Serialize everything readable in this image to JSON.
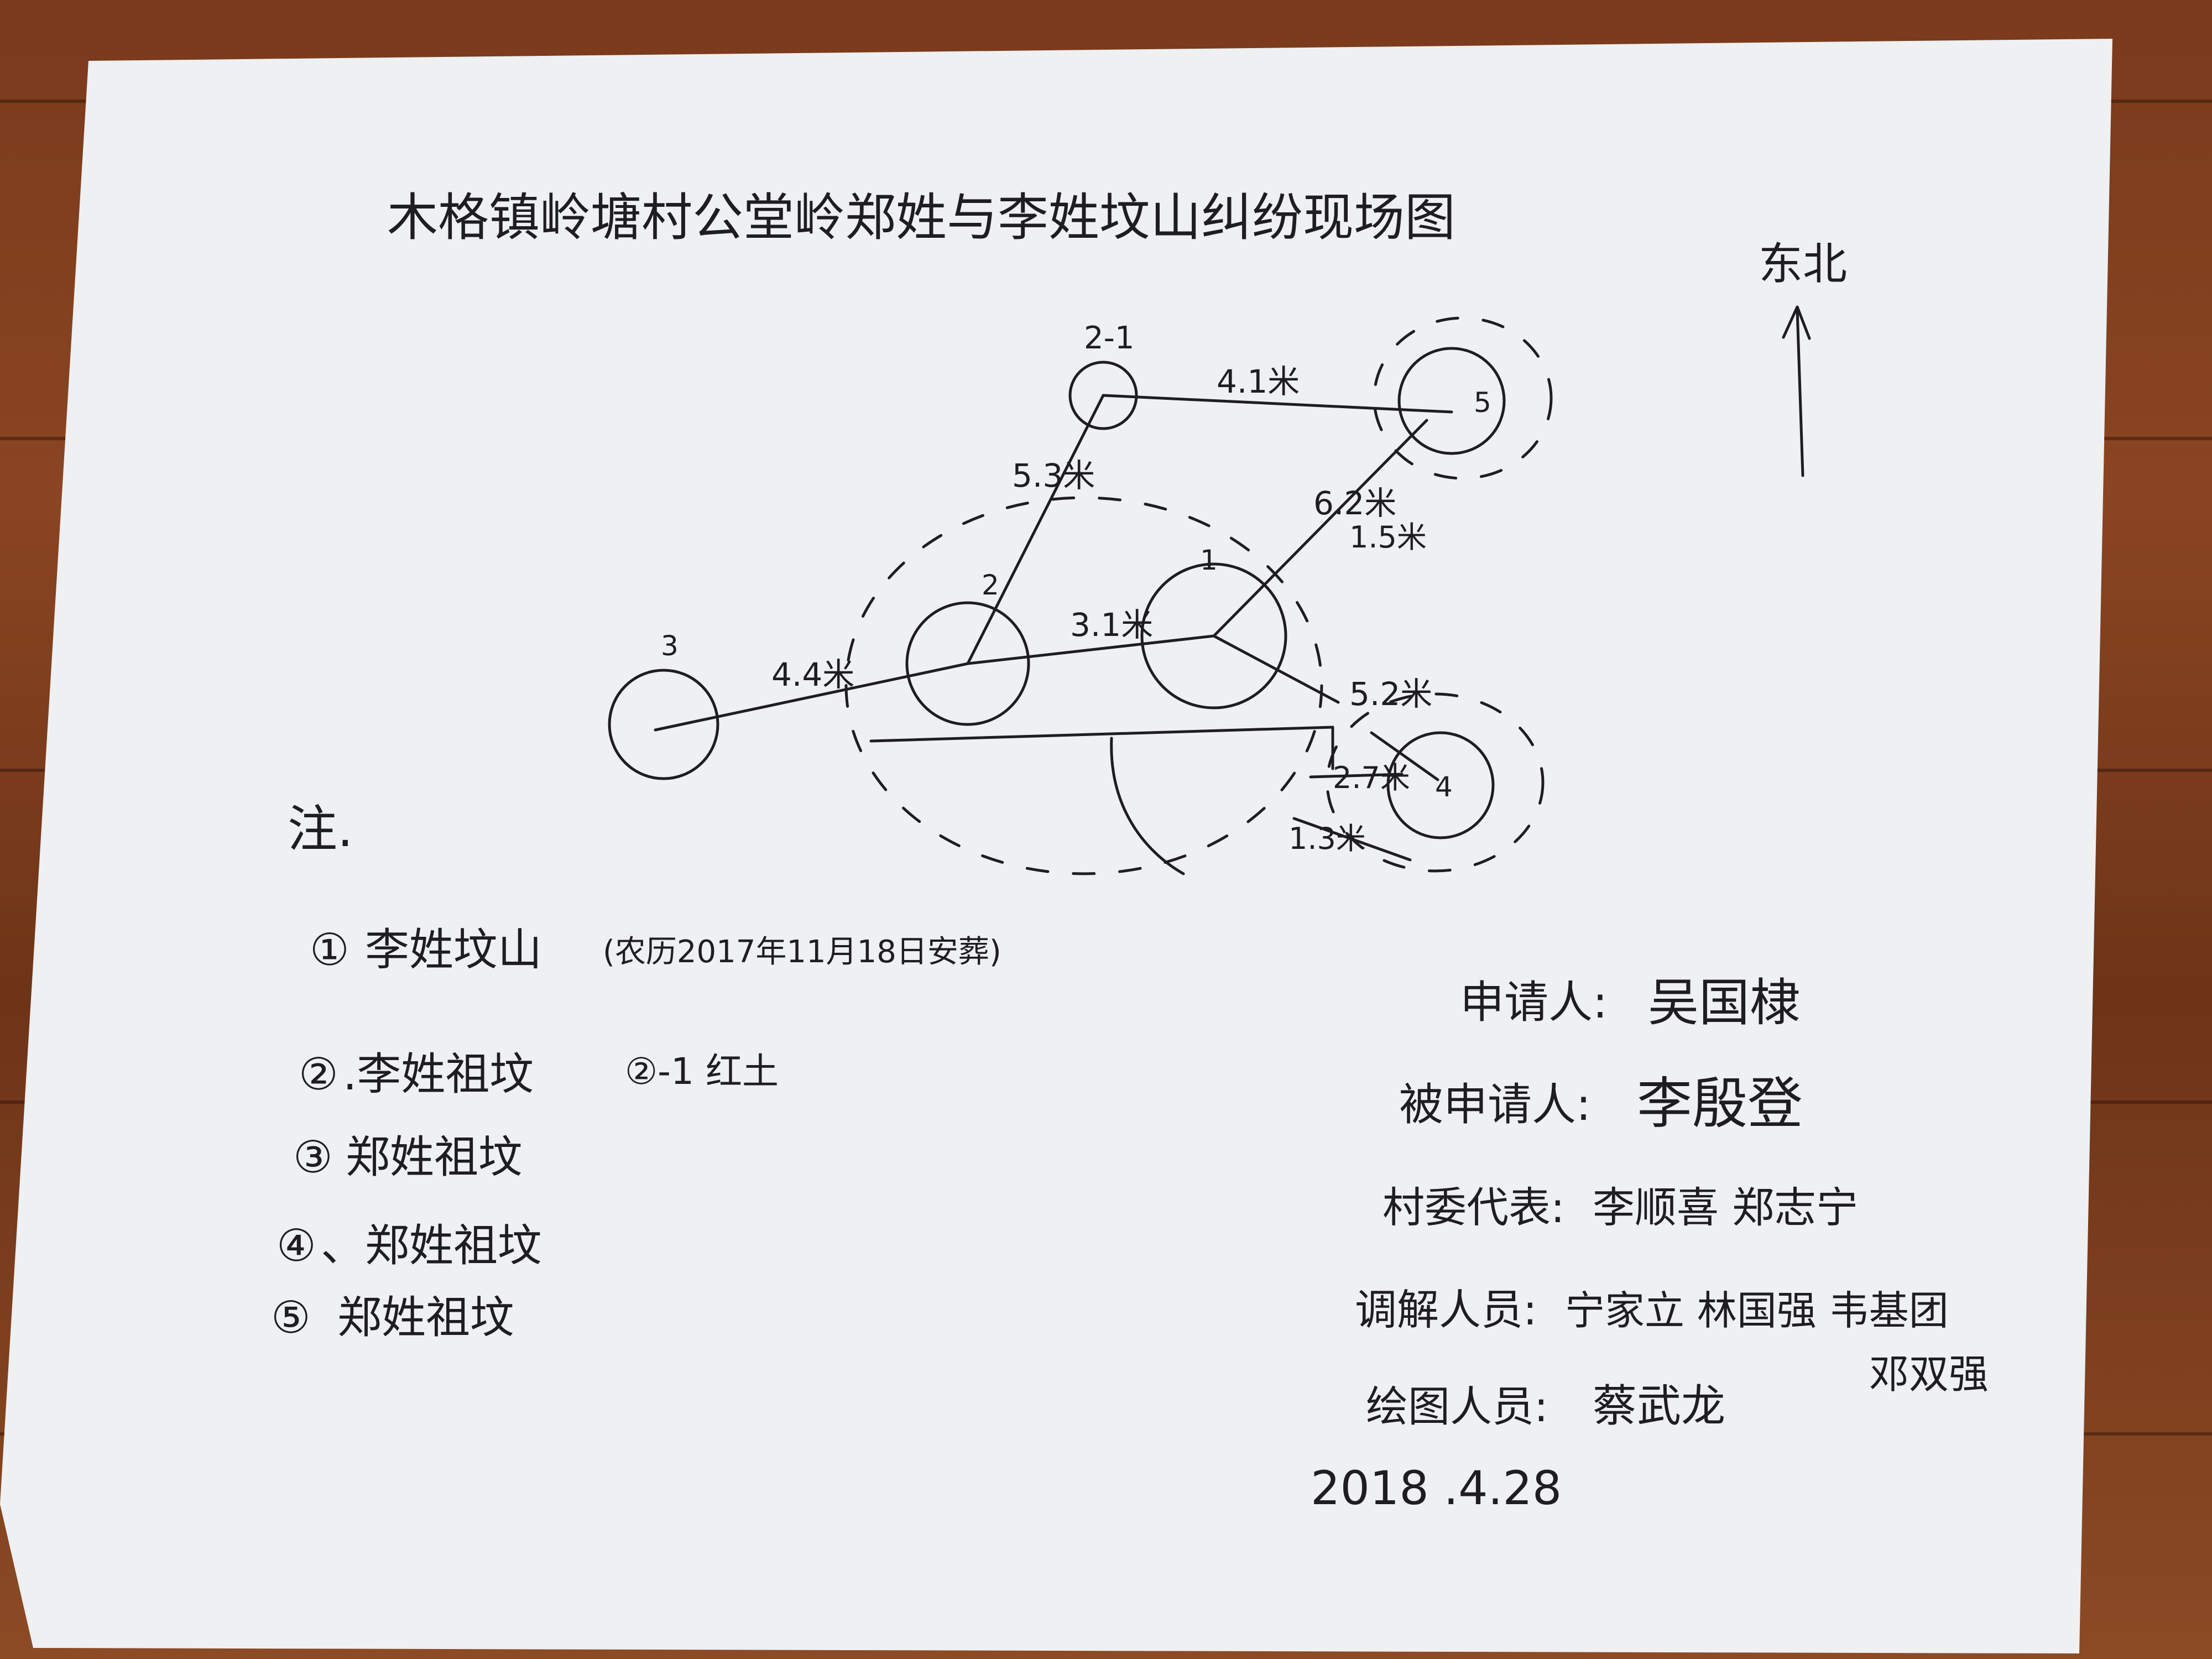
{
  "title": "木格镇岭塘村公堂岭郑姓与李姓坟山纠纷现场图",
  "compass": {
    "label": "东北"
  },
  "nodes": {
    "n1": "1",
    "n2": "2",
    "n2_1": "2-1",
    "n3": "3",
    "n4": "4",
    "n5": "5"
  },
  "distances": {
    "d_21_5": "4.1米",
    "d_21_2": "5.3米",
    "d_1_5": "6.2米",
    "d_1_5b": "1.5米",
    "d_2_1": "3.1米",
    "d_3_2": "4.4米",
    "d_1_4": "5.2米",
    "d_4a": "2.7米",
    "d_4b": "1.3米"
  },
  "notes": {
    "heading": "注.",
    "items": [
      {
        "num": "①",
        "text": "李姓坟山",
        "extra": "(农历2017年11月18日安葬)"
      },
      {
        "num": "②",
        "text": ".李姓祖坟",
        "extra": "②-1 红土"
      },
      {
        "num": "③",
        "text": "郑姓祖坟",
        "extra": ""
      },
      {
        "num": "④",
        "text": "、郑姓祖坟",
        "extra": ""
      },
      {
        "num": "⑤",
        "text": "郑姓祖坟",
        "extra": ""
      }
    ]
  },
  "signatures": {
    "applicant": {
      "label": "申请人:",
      "name": "吴国棣"
    },
    "respondent": {
      "label": "被申请人:",
      "name": "李殷登"
    },
    "village_rep": {
      "label": "村委代表:",
      "name": "李顺喜 郑志宁"
    },
    "mediator": {
      "label": "调解人员:",
      "name": "宁家立 林国强 韦基团",
      "extra": "邓双强"
    },
    "drafter": {
      "label": "绘图人员:",
      "name": "蔡武龙"
    }
  },
  "date": "2018 .4.28"
}
